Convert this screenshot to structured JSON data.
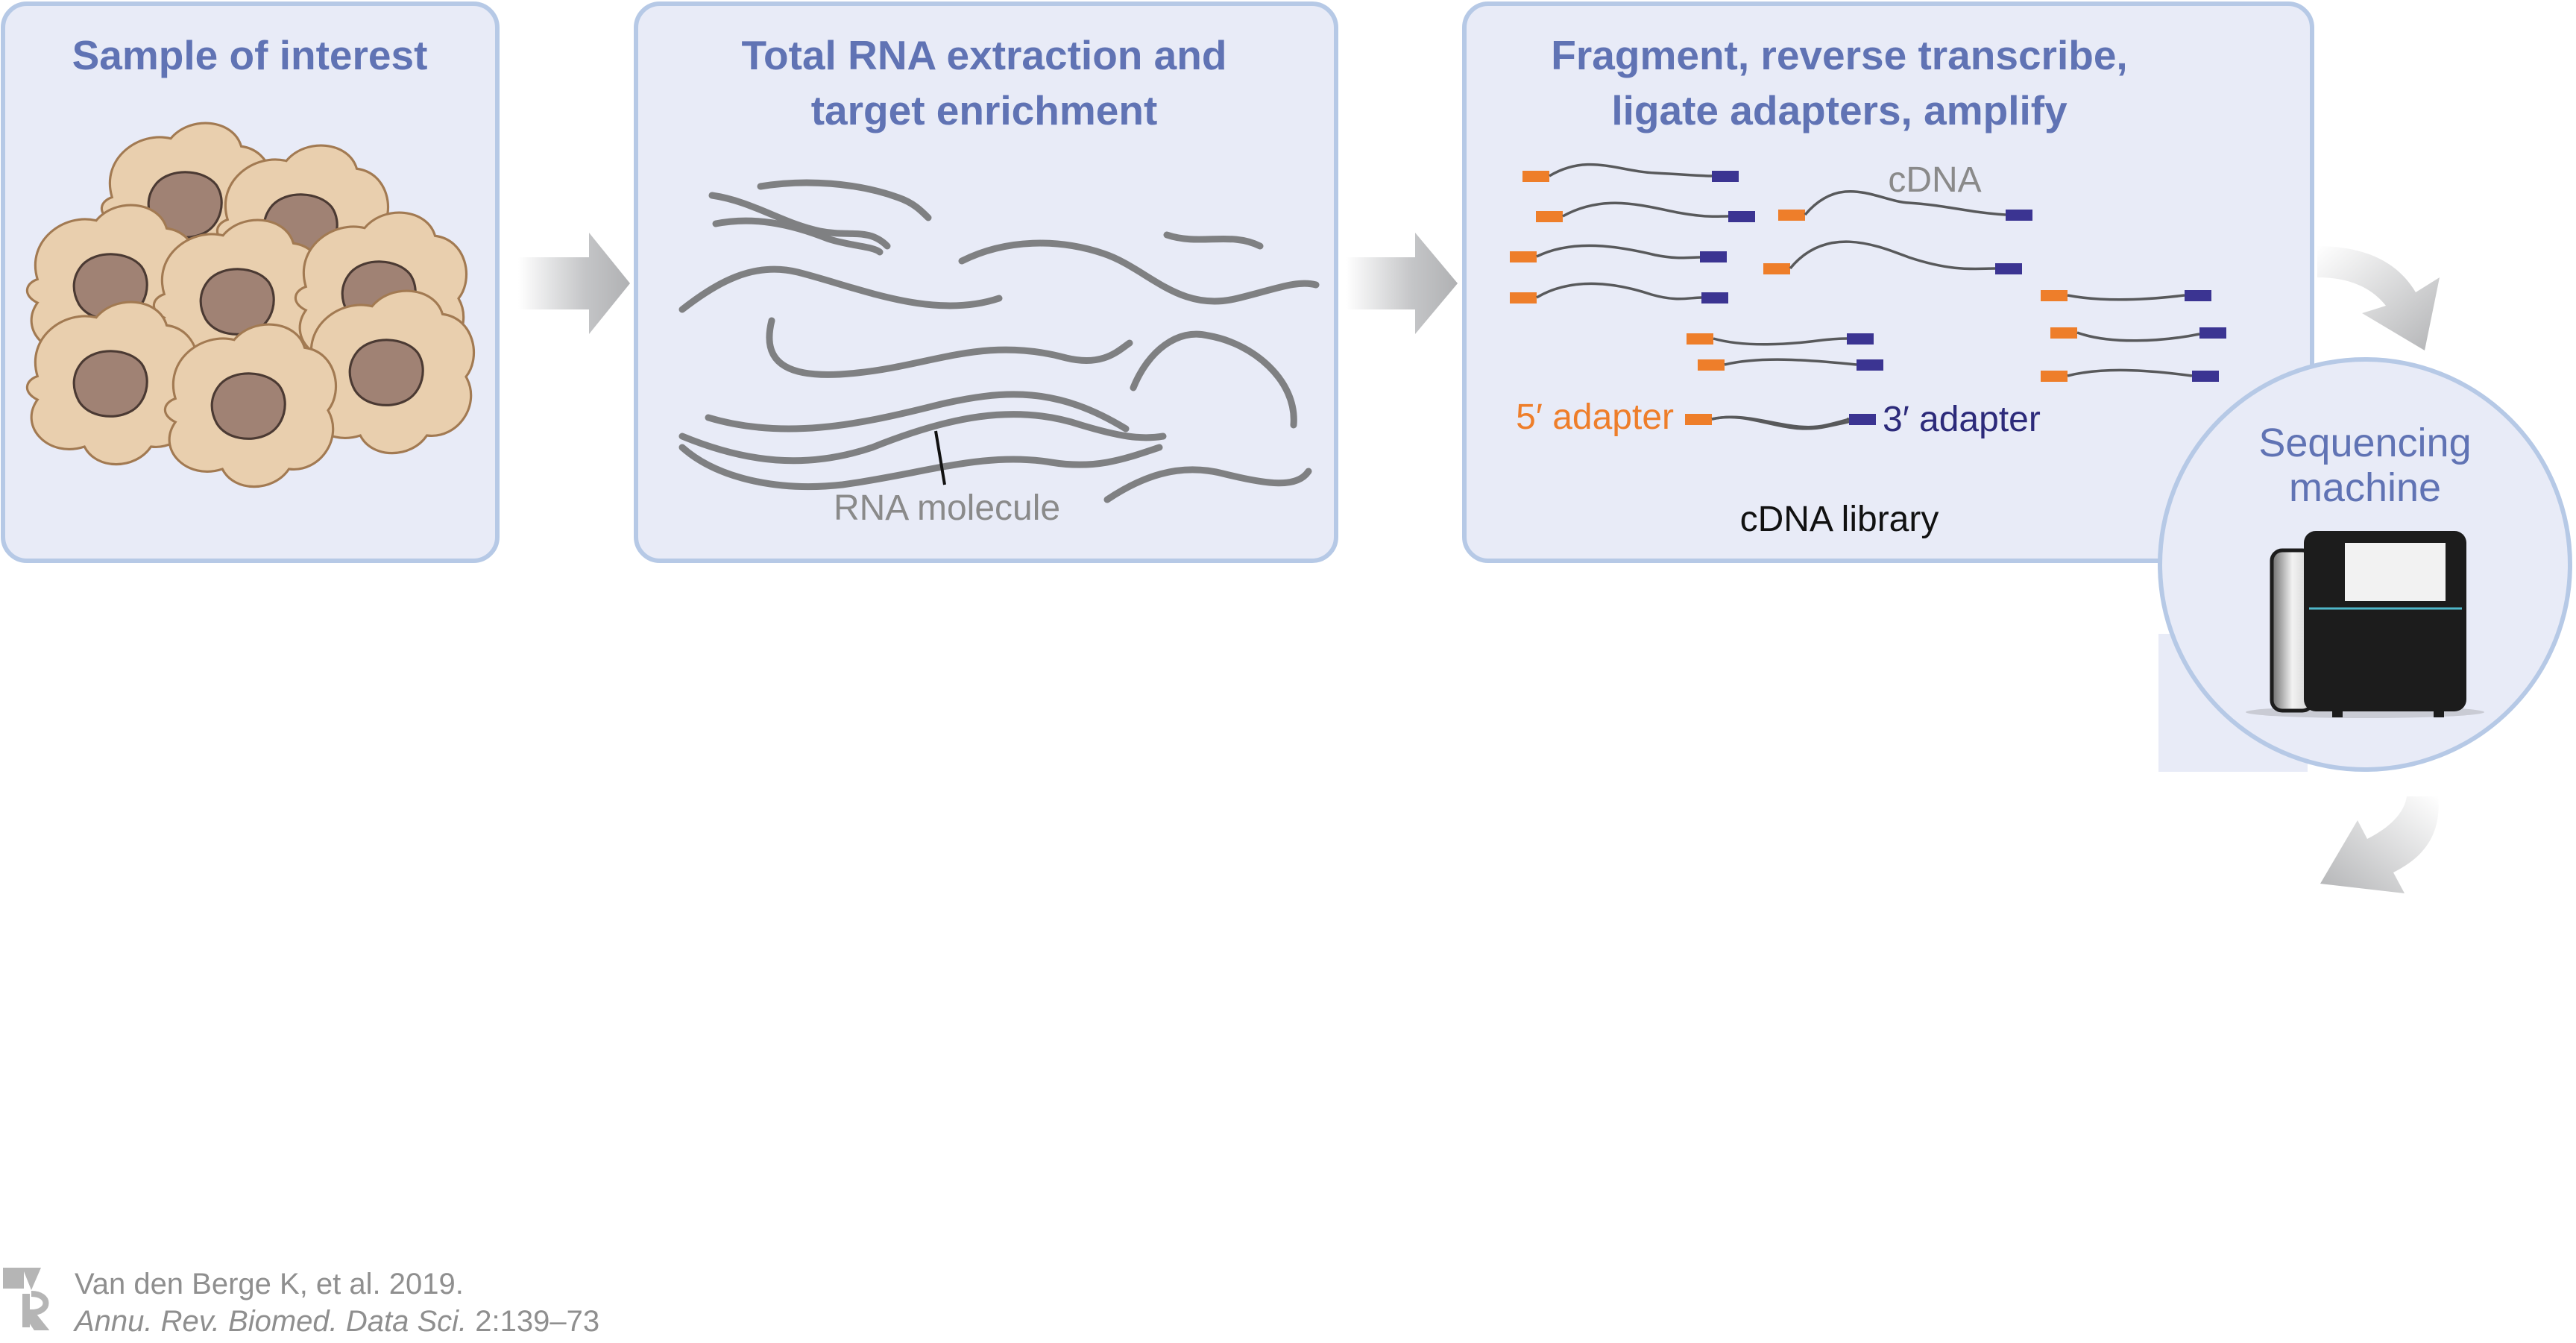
{
  "panels": {
    "sample": {
      "title": "Sample of interest"
    },
    "rna": {
      "title_line1": "Total RNA extraction and",
      "title_line2": "target enrichment",
      "molecule_label": "RNA molecule"
    },
    "library": {
      "title_line1": "Fragment, reverse transcribe,",
      "title_line2": "ligate adapters, amplify",
      "cdna_label": "cDNA",
      "adapter5_label": "5′ adapter",
      "adapter3_label": "3′ adapter",
      "library_label": "cDNA library"
    },
    "sequencer": {
      "title_line1": "Sequencing",
      "title_line2": "machine"
    }
  },
  "citation": {
    "line1": "Van den Berge K, et al. 2019.",
    "journal": "Annu. Rev. Biomed. Data Sci.",
    "pages": " 2:139–73"
  },
  "icons": [
    "cell-icon",
    "arrow-right-icon",
    "curved-arrow-icon",
    "sequencer-icon",
    "annual-reviews-logo"
  ],
  "colors": {
    "panel_fill": "#e8ebf7",
    "panel_border": "#b6c9e6",
    "title": "#6073b4",
    "adapter_5prime": "#ee7e2a",
    "adapter_3prime": "#3b3492",
    "rna_strand": "#7f8082",
    "arrow": "#bdbec0",
    "cell_fill": "#e9cfae",
    "nucleus_fill": "#a08274"
  }
}
